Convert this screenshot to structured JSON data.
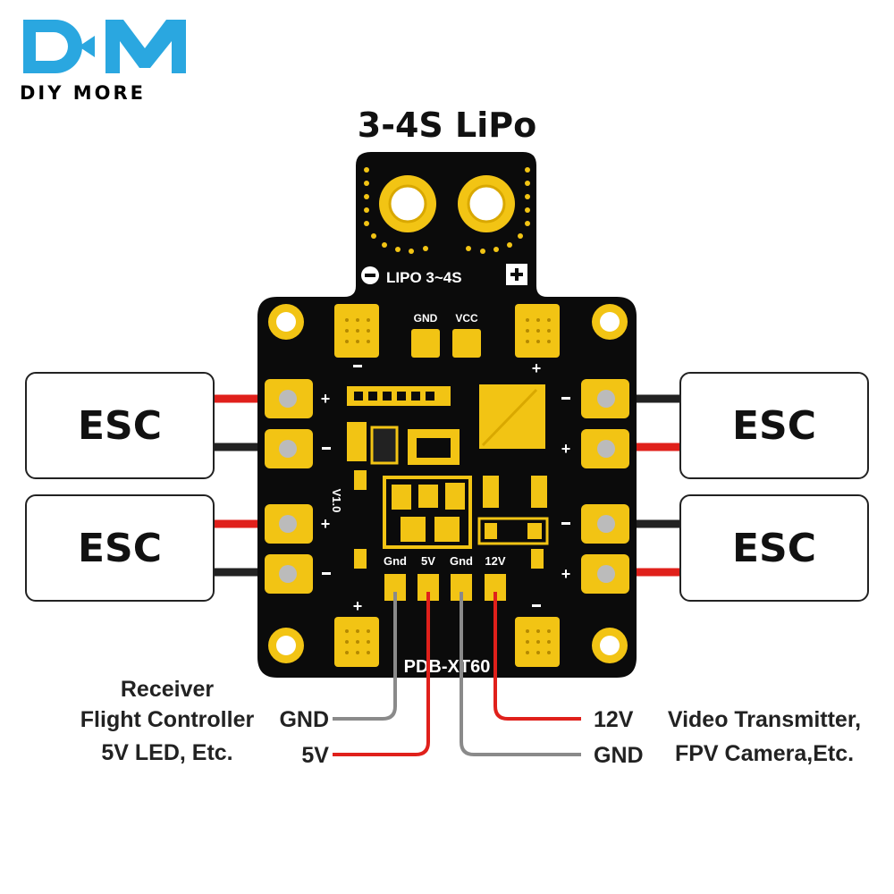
{
  "brand": {
    "logo_letters": "DM",
    "name": "DIY MORE",
    "color": "#2aa7e0"
  },
  "title": "3-4S LiPo",
  "board": {
    "battery_label": "LIPO 3~4S",
    "minus_symbol": "−",
    "plus_symbol": "+",
    "pad_labels": {
      "gnd": "GND",
      "vcc": "VCC"
    },
    "bottom_pins": [
      "Gnd",
      "5V",
      "Gnd",
      "12V"
    ],
    "version": "V1.0",
    "model": "PDB-XT60",
    "colors": {
      "pcb": "#0b0b0b",
      "pad": "#f2c414",
      "wire_red": "#e0201b",
      "wire_black": "#222222",
      "wire_gray": "#8a8a8a"
    }
  },
  "esc_label": "ESC",
  "labels": {
    "left_group": [
      "Receiver",
      "Flight Controller",
      "5V LED, Etc."
    ],
    "gnd_left": "GND",
    "v5": "5V",
    "v12": "12V",
    "gnd_right": "GND",
    "right_group": [
      "Video Transmitter,",
      "FPV Camera,Etc."
    ]
  }
}
